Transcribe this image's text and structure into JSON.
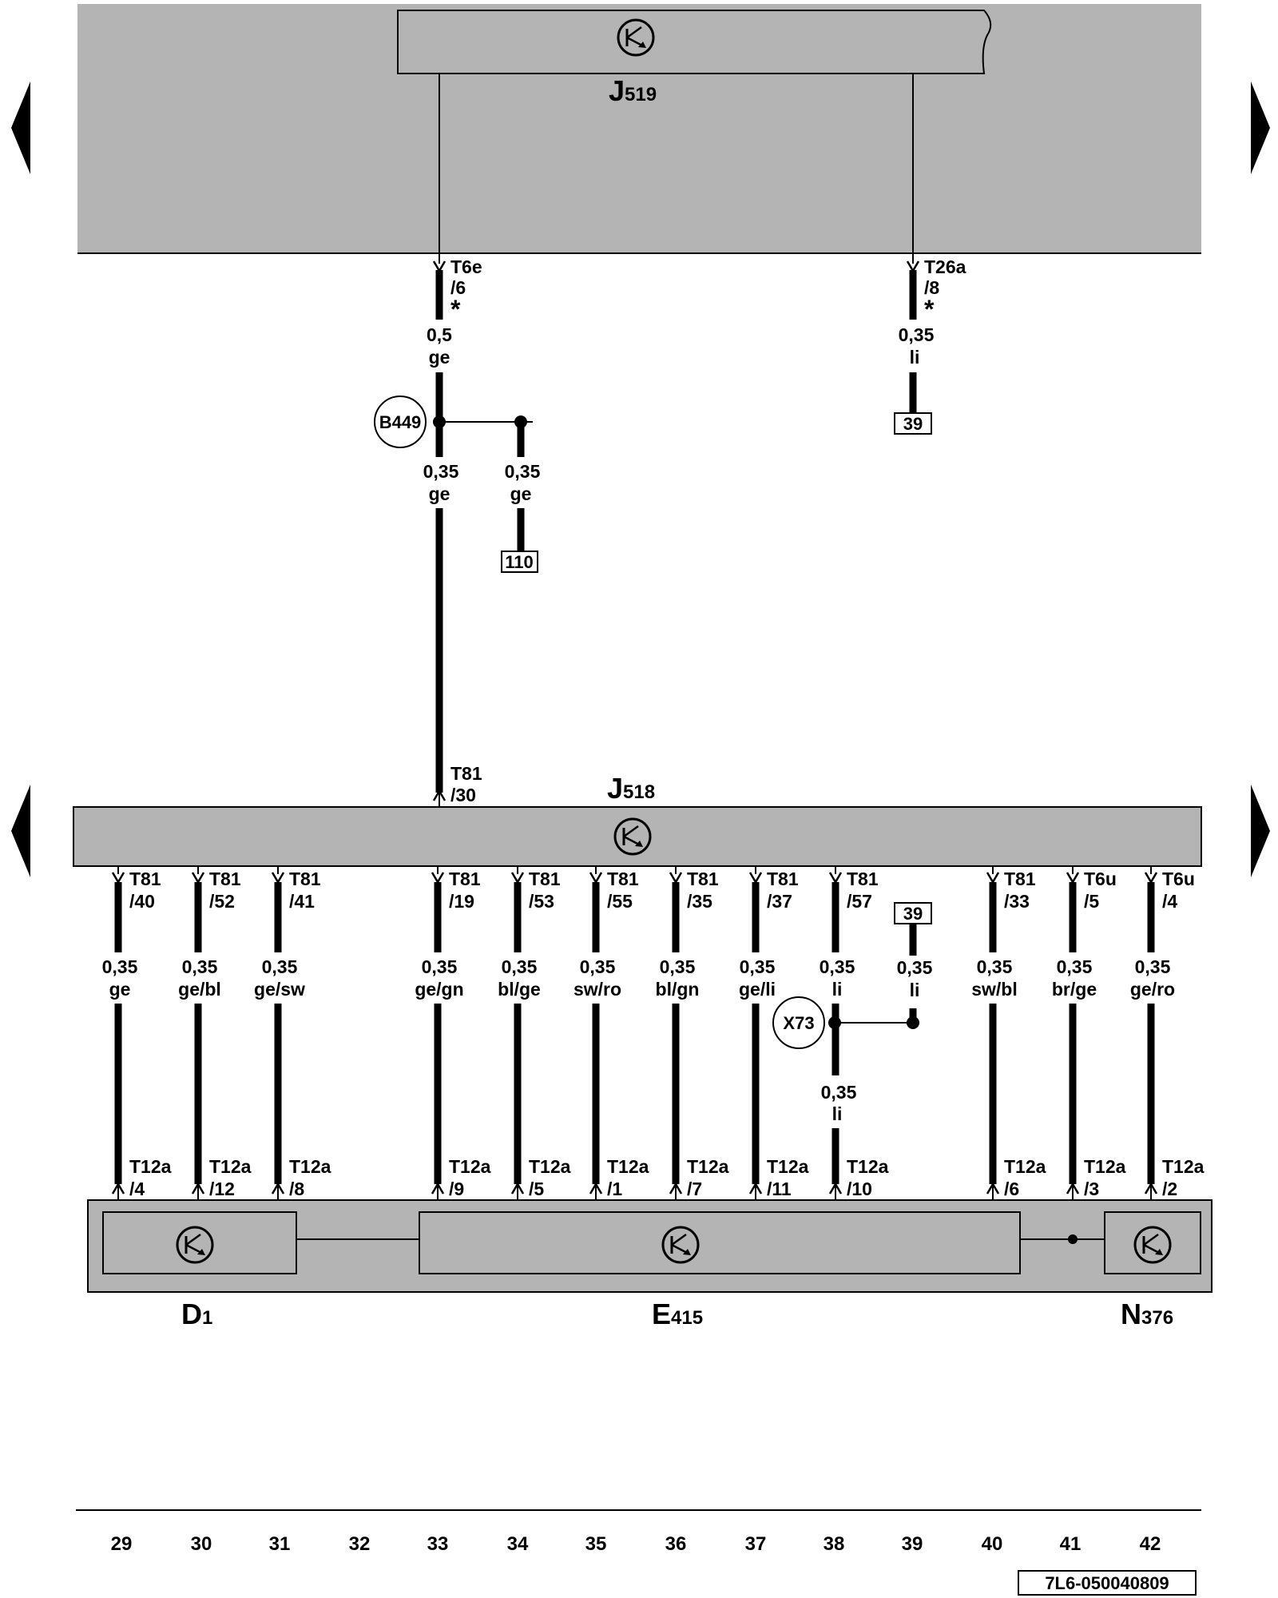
{
  "components": {
    "J519": {
      "letter": "J",
      "sub": "519"
    },
    "J518": {
      "letter": "J",
      "sub": "518"
    },
    "D1": {
      "letter": "D",
      "sub": "1"
    },
    "E415": {
      "letter": "E",
      "sub": "415"
    },
    "N376": {
      "letter": "N",
      "sub": "376"
    }
  },
  "upper_wires": {
    "w1": {
      "conn": "T6e",
      "pin": "/6",
      "star": "*",
      "size": "0,5",
      "color": "ge"
    },
    "w2": {
      "conn": "T26a",
      "pin": "/8",
      "star": "*",
      "size": "0,35",
      "color": "li",
      "ref": "39"
    }
  },
  "splices": {
    "B449": {
      "label": "B449",
      "main": {
        "size": "0,35",
        "color": "ge"
      },
      "branch": {
        "size": "0,35",
        "color": "ge",
        "ref": "110"
      }
    },
    "X73": {
      "label": "X73",
      "branch": {
        "size": "0,35",
        "color": "li"
      },
      "below": {
        "size": "0,35",
        "color": "li"
      }
    }
  },
  "j518_input": {
    "conn": "T81",
    "pin": "/30"
  },
  "lower_wires": [
    {
      "top_conn": "T81",
      "top_pin": "/40",
      "size": "0,35",
      "color": "ge",
      "bot_conn": "T12a",
      "bot_pin": "/4"
    },
    {
      "top_conn": "T81",
      "top_pin": "/52",
      "size": "0,35",
      "color": "ge/bl",
      "bot_conn": "T12a",
      "bot_pin": "/12"
    },
    {
      "top_conn": "T81",
      "top_pin": "/41",
      "size": "0,35",
      "color": "ge/sw",
      "bot_conn": "T12a",
      "bot_pin": "/8"
    },
    {
      "top_conn": "T81",
      "top_pin": "/19",
      "size": "0,35",
      "color": "ge/gn",
      "bot_conn": "T12a",
      "bot_pin": "/9"
    },
    {
      "top_conn": "T81",
      "top_pin": "/53",
      "size": "0,35",
      "color": "bl/ge",
      "bot_conn": "T12a",
      "bot_pin": "/5"
    },
    {
      "top_conn": "T81",
      "top_pin": "/55",
      "size": "0,35",
      "color": "sw/ro",
      "bot_conn": "T12a",
      "bot_pin": "/1"
    },
    {
      "top_conn": "T81",
      "top_pin": "/35",
      "size": "0,35",
      "color": "bl/gn",
      "bot_conn": "T12a",
      "bot_pin": "/7"
    },
    {
      "top_conn": "T81",
      "top_pin": "/37",
      "size": "0,35",
      "color": "ge/li",
      "bot_conn": "T12a",
      "bot_pin": "/11"
    },
    {
      "top_conn": "T81",
      "top_pin": "/57",
      "size": "0,35",
      "color": "li",
      "bot_conn": "T12a",
      "bot_pin": "/10"
    },
    {
      "top_conn": "T81",
      "top_pin": "/33",
      "size": "0,35",
      "color": "sw/bl",
      "bot_conn": "T12a",
      "bot_pin": "/6"
    },
    {
      "top_conn": "T6u",
      "top_pin": "/5",
      "size": "0,35",
      "color": "br/ge",
      "bot_conn": "T12a",
      "bot_pin": "/3"
    },
    {
      "top_conn": "T6u",
      "top_pin": "/4",
      "size": "0,35",
      "color": "ge/ro",
      "bot_conn": "T12a",
      "bot_pin": "/2"
    }
  ],
  "x73_ref": "39",
  "column_numbers": [
    "29",
    "30",
    "31",
    "32",
    "33",
    "34",
    "35",
    "36",
    "37",
    "38",
    "39",
    "40",
    "41",
    "42"
  ],
  "doc_number": "7L6-050040809",
  "nav": {
    "left_arrow_icon": "arrow-left-icon",
    "right_arrow_icon": "arrow-right-icon"
  },
  "colors": {
    "component_fill": "#b4b4b4",
    "wire": "#000000",
    "background": "#ffffff"
  }
}
